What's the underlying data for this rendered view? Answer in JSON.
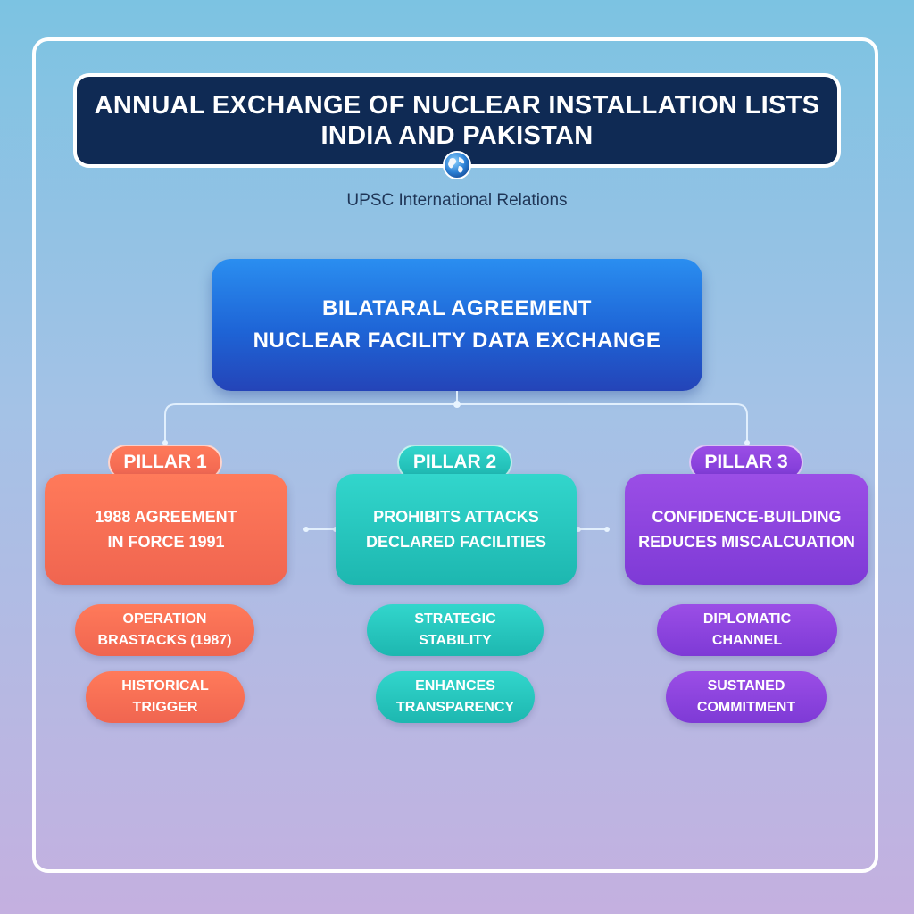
{
  "title": {
    "line1": "ANNUAL EXCHANGE OF NUCLEAR INSTALLATION LISTS",
    "line2": "INDIA AND PAKISTAN"
  },
  "subtitle": "UPSC International Relations",
  "globe_icon": "globe-icon",
  "main": {
    "line1": "BILATARAL AGREEMENT",
    "line2": "NUCLEAR FACILITY DATA EXCHANGE"
  },
  "colors": {
    "title_bg": "#0f2a54",
    "main_blue": "#1e64d6",
    "pillar1": "#f06550",
    "pillar2": "#1db7b0",
    "pillar3": "#7e3ad6"
  },
  "pillars": [
    {
      "label": "PILLAR 1",
      "card": [
        "1988 AGREEMENT",
        "IN FORCE 1991"
      ],
      "tags": [
        [
          "OPERATION",
          "BRASTACKS (1987)"
        ],
        [
          "HISTORICAL",
          "TRIGGER"
        ]
      ]
    },
    {
      "label": "PILLAR 2",
      "card": [
        "PROHIBITS ATTACKS",
        "DECLARED FACILITIES"
      ],
      "tags": [
        [
          "STRATEGIC",
          "STABILITY"
        ],
        [
          "ENHANCES",
          "TRANSPARENCY"
        ]
      ]
    },
    {
      "label": "PILLAR 3",
      "card": [
        "CONFIDENCE-BUILDING",
        "REDUCES MISCALCUATION"
      ],
      "tags": [
        [
          "DIPLOMATIC",
          "CHANNEL"
        ],
        [
          "SUSTANED",
          "COMMITMENT"
        ]
      ]
    }
  ]
}
